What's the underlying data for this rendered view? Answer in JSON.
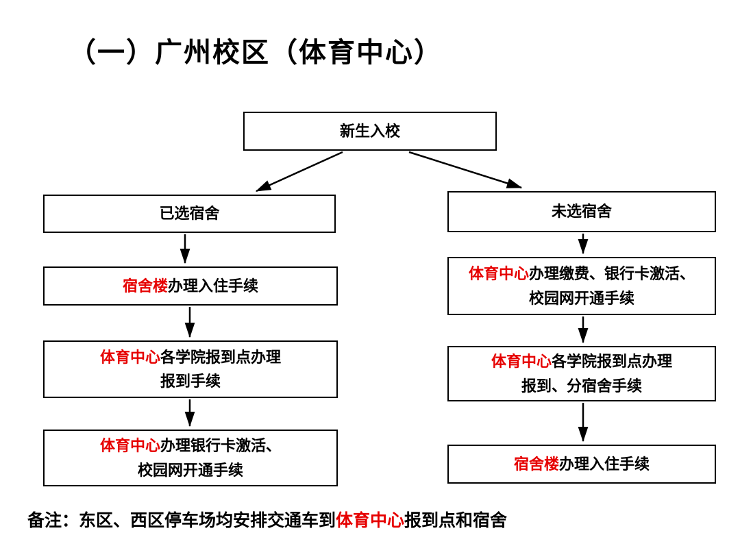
{
  "title": "（一）广州校区（体育中心）",
  "colors": {
    "accent": "#e60000",
    "ink": "#000000",
    "background": "#ffffff"
  },
  "boxes": {
    "start": {
      "text": "新生入校"
    },
    "left_branch": {
      "text": "已选宿舍"
    },
    "left_step1": {
      "red": "宿舍楼",
      "rest": "办理入住手续"
    },
    "left_step2": {
      "red": "体育中心",
      "line1_rest": "各学院报到点办理",
      "line2": "报到手续"
    },
    "left_step3": {
      "red": "体育中心",
      "line1_rest": "办理银行卡激活、",
      "line2": "校园网开通手续"
    },
    "right_branch": {
      "text": "未选宿舍"
    },
    "right_step1": {
      "red": "体育中心",
      "line1_rest": "办理缴费、银行卡激活、",
      "line2": "校园网开通手续"
    },
    "right_step2": {
      "red": "体育中心",
      "line1_rest": "各学院报到点办理",
      "line2": "报到、分宿舍手续"
    },
    "right_step3": {
      "red": "宿舍楼",
      "rest": "办理入住手续"
    }
  },
  "note": {
    "prefix": "备注：东区、西区停车场均安排交通车到",
    "red": "体育中心",
    "suffix": "报到点和宿舍"
  }
}
